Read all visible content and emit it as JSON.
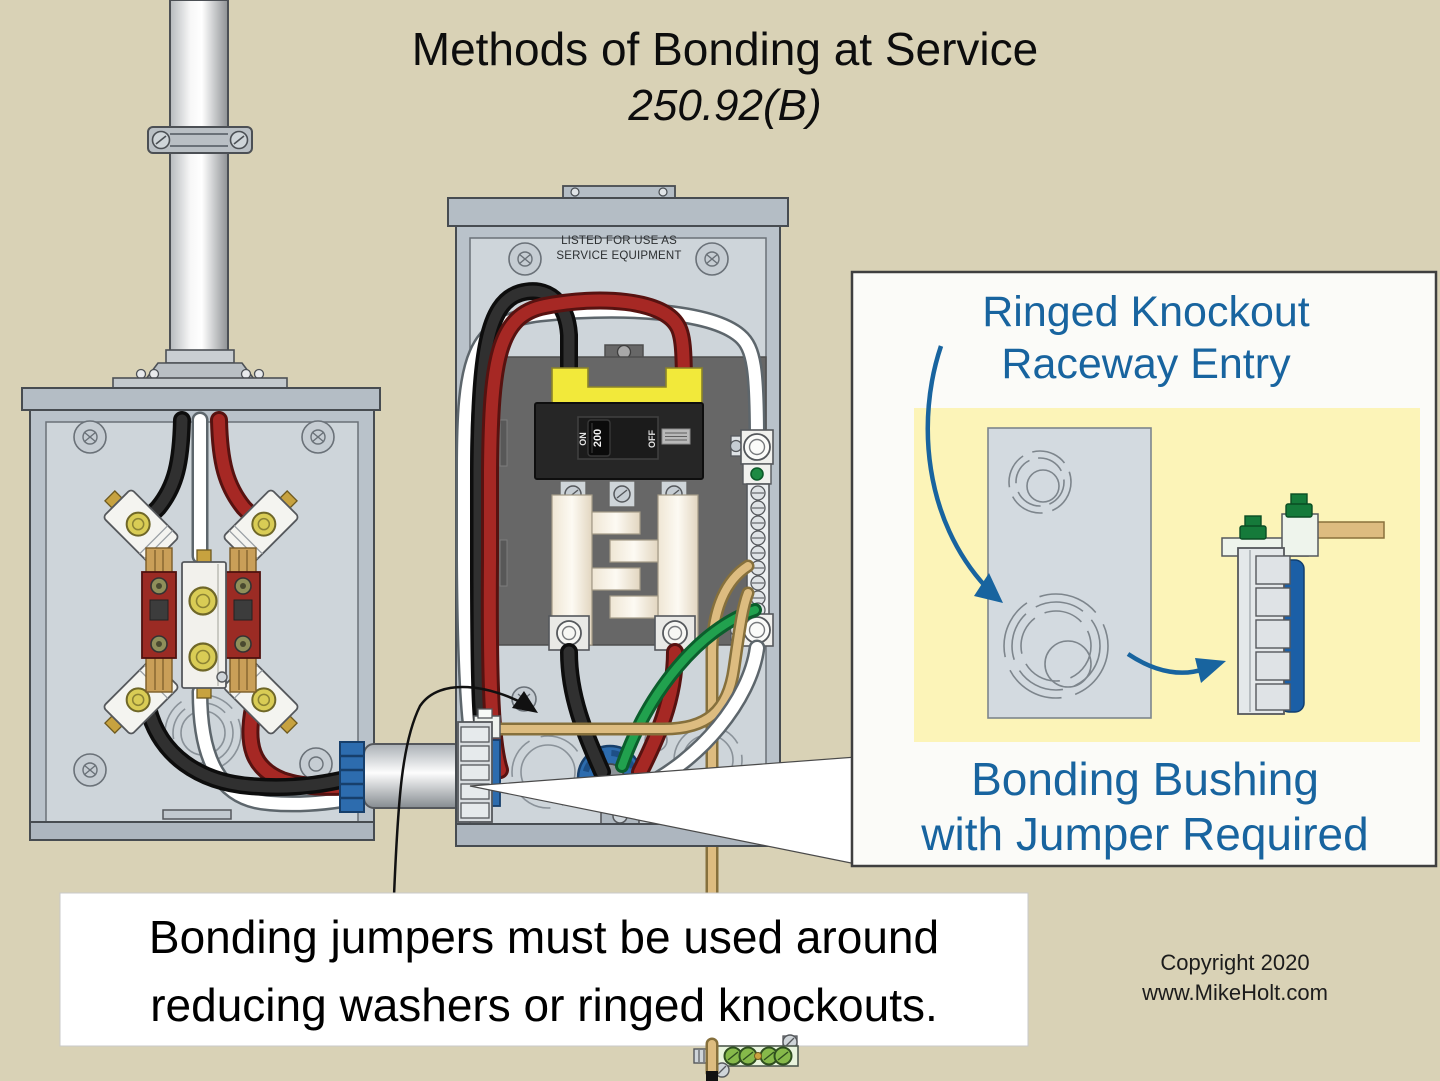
{
  "title": {
    "line1": "Methods of Bonding at Service",
    "line2": "250.92(B)"
  },
  "panel": {
    "listed_line1": "LISTED FOR USE AS",
    "listed_line2": "SERVICE EQUIPMENT",
    "breaker": {
      "on_label": "ON",
      "rating": "200",
      "off_label": "OFF"
    }
  },
  "inset": {
    "title_line1": "Ringed Knockout",
    "title_line2": "Raceway Entry",
    "caption_line1": "Bonding Bushing",
    "caption_line2": "with Jumper Required"
  },
  "caption": {
    "line1": "Bonding jumpers must be used around",
    "line2": "reducing washers or ringed knockouts."
  },
  "footer": {
    "line1": "Copyright 2020",
    "line2": "www.MikeHolt.com"
  },
  "colors": {
    "bg": "#d9d2b6",
    "accent": "#18649f",
    "inset-yellow": "#fcf4b8",
    "highlight-yellow": "#f2e93a",
    "wire-red": "#a62824",
    "wire-green": "#21a14e",
    "wire-tan": "#ddbc80",
    "fitting-blue": "#2d6cae",
    "enclosure-gray": "#b9c2ca",
    "interior-gray": "#ced5da"
  }
}
